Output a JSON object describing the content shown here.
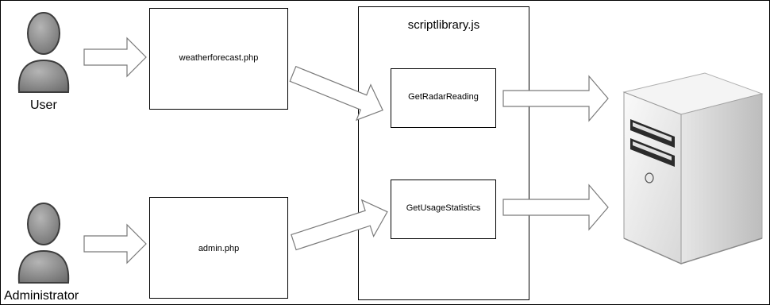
{
  "actors": {
    "user": {
      "label": "User",
      "icon": "person-icon"
    },
    "administrator": {
      "label": "Administrator",
      "icon": "person-icon"
    }
  },
  "pages": {
    "weather": {
      "label": "weatherforecast.php"
    },
    "admin": {
      "label": "admin.php"
    }
  },
  "library": {
    "title": "scriptlibrary.js",
    "functions": {
      "radar": {
        "label": "GetRadarReading"
      },
      "usage": {
        "label": "GetUsageStatistics"
      }
    }
  },
  "server": {
    "icon": "server-icon"
  },
  "colors": {
    "actor_fill": "#8e8e8e",
    "actor_dark": "#5a5a5a",
    "server_light": "#f2f2f2",
    "server_mid": "#d6d6d6",
    "server_dark": "#3a3a3a"
  }
}
